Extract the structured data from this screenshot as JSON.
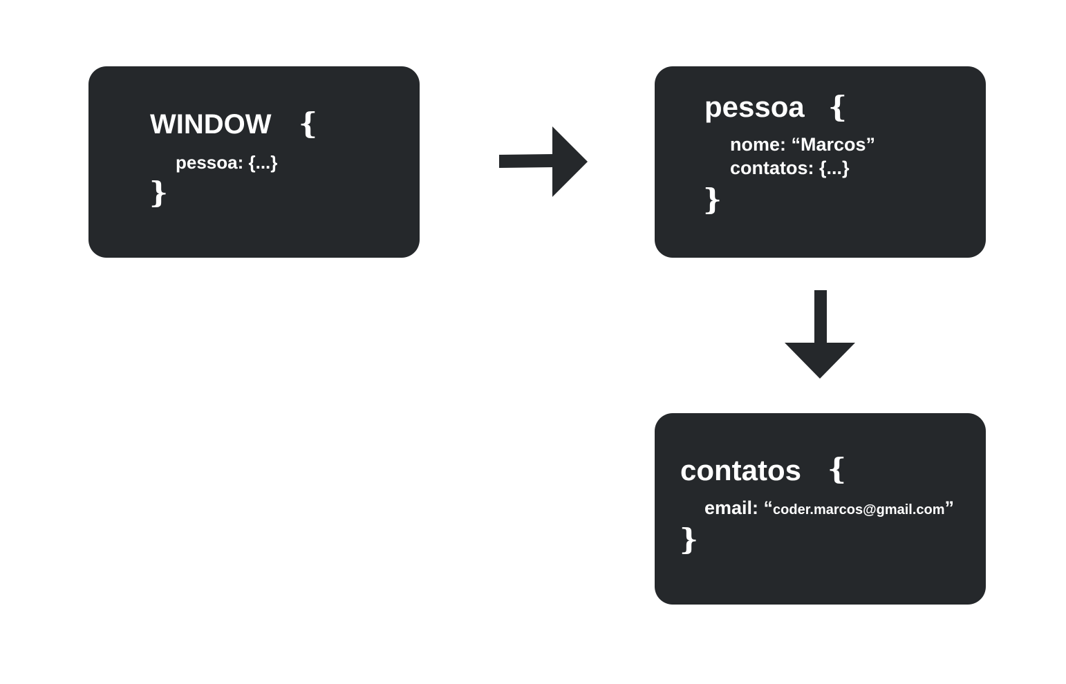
{
  "colors": {
    "box_background": "#25282b",
    "text": "#ffffff",
    "arrow": "#25282b",
    "page_background": "#ffffff"
  },
  "window_box": {
    "title": "WINDOW",
    "open_brace": "{",
    "line1": "pessoa: {...}",
    "close_brace": "}"
  },
  "pessoa_box": {
    "title": "pessoa",
    "open_brace": "{",
    "line1": "nome: “Marcos”",
    "line2": "contatos: {...}",
    "close_brace": "}"
  },
  "contatos_box": {
    "title": "contatos",
    "open_brace": "{",
    "line1_key": "email: “",
    "line1_value": "coder.marcos@gmail.com",
    "line1_end": "”",
    "close_brace": "}"
  },
  "arrows": [
    {
      "direction": "right",
      "from": "window_box",
      "to": "pessoa_box"
    },
    {
      "direction": "down",
      "from": "pessoa_box",
      "to": "contatos_box"
    }
  ]
}
